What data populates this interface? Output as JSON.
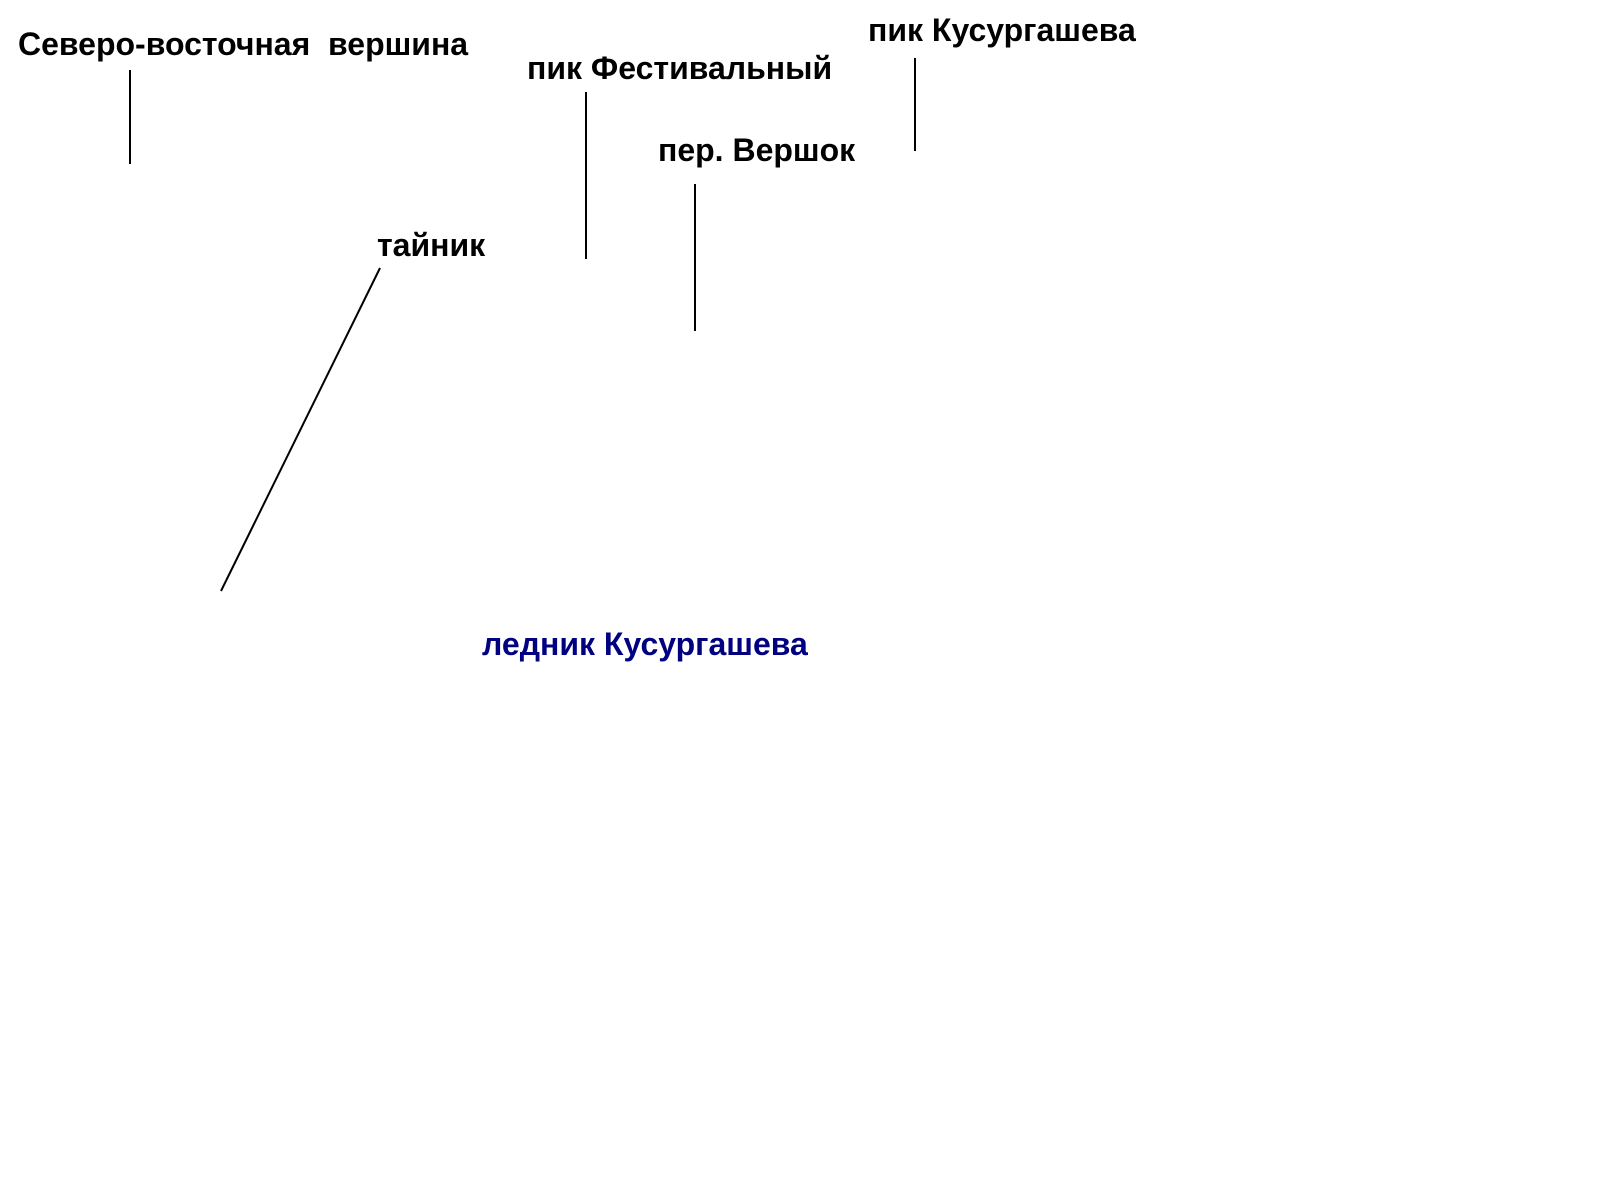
{
  "labels": {
    "ne_summit": "Северо-восточная  вершина",
    "festival_peak": "пик Фестивальный",
    "kusurgasheva_peak": "пик Кусургашева",
    "vershok_pass": "пер. Вершок",
    "cache": "тайник",
    "kusurgasheva_glacier": "ледник Кусургашева"
  },
  "colors": {
    "label_text": "#000000",
    "glacier_text": "#000080",
    "leader_line": "#000000",
    "background": "#ffffff"
  }
}
